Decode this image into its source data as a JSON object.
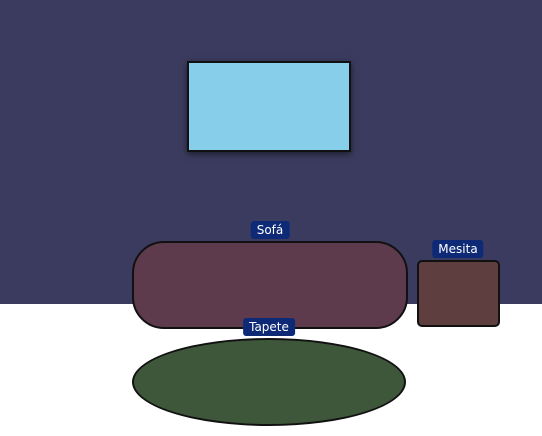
{
  "scene": {
    "colors": {
      "wall": "#3b3b5f",
      "floor": "#ffffff",
      "window": "#87ceeb",
      "sofa": "#5e3b4c",
      "coffee_table": "#5e3e3e",
      "rug": "#3e573a",
      "label_bg": "#0e2a77",
      "outline": "#111111"
    },
    "objects": {
      "sofa": {
        "label": "Sofá"
      },
      "coffee_table": {
        "label": "Mesita"
      },
      "rug": {
        "label": "Tapete"
      }
    }
  }
}
